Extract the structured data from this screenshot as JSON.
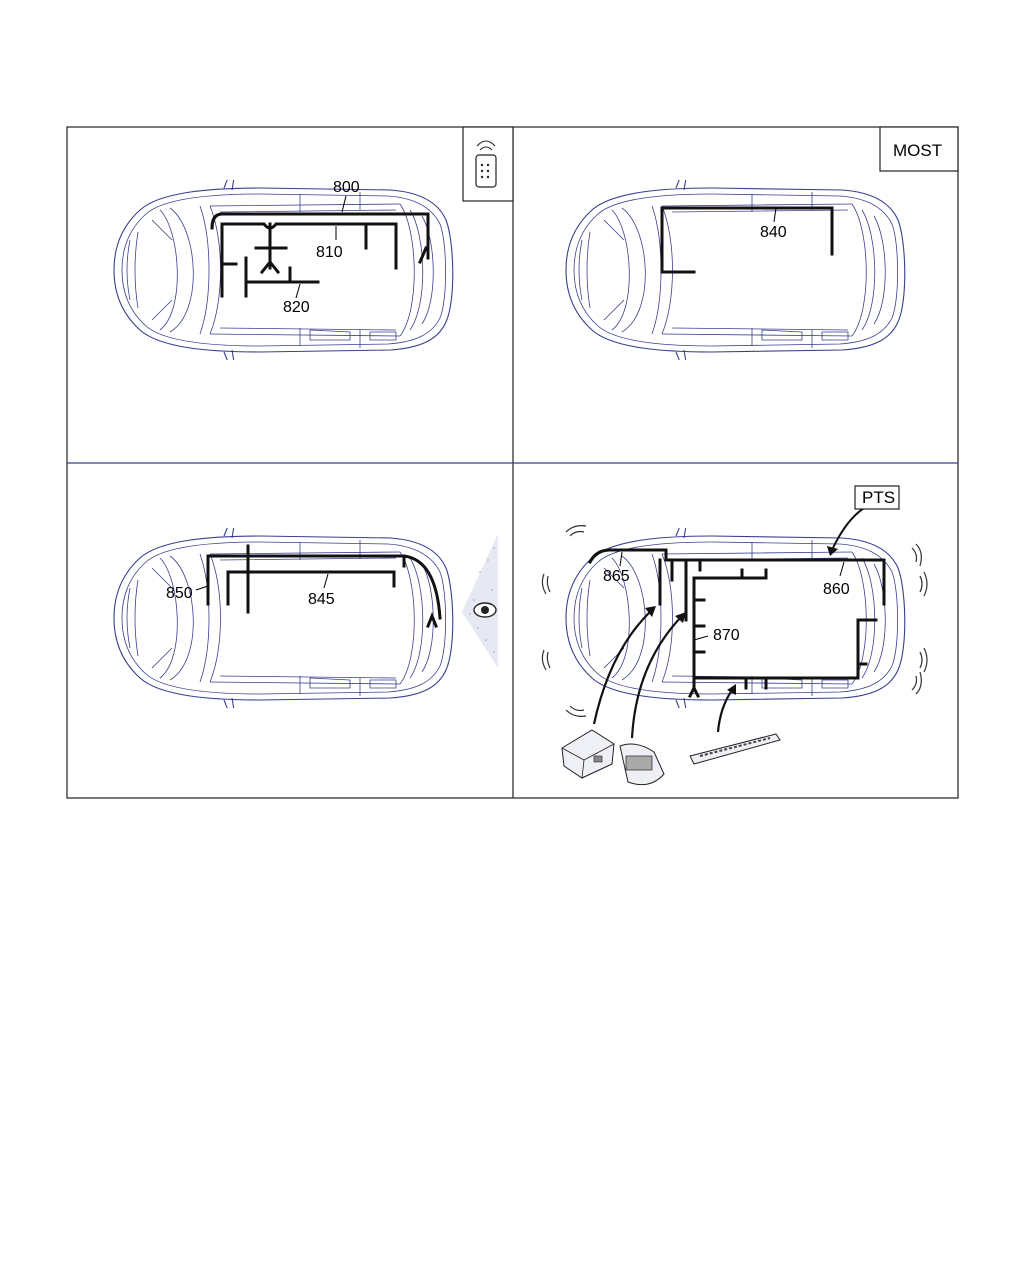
{
  "colors": {
    "car_outline": "#3a3f8f",
    "harness": "#111111",
    "frame": "#222222"
  },
  "panels": [
    {
      "id": "top-left",
      "badge_icon": "remote-key-icon",
      "labels": [
        "800",
        "810",
        "820"
      ]
    },
    {
      "id": "top-right",
      "badge_text": "MOST",
      "labels": [
        "840"
      ]
    },
    {
      "id": "bottom-left",
      "badge_icon": "eye-camera-icon",
      "labels": [
        "850",
        "845"
      ]
    },
    {
      "id": "bottom-right",
      "badge_text": "PTS",
      "badge_icon": "parking-sensor-waves-icon",
      "labels": [
        "865",
        "860",
        "870"
      ]
    }
  ]
}
